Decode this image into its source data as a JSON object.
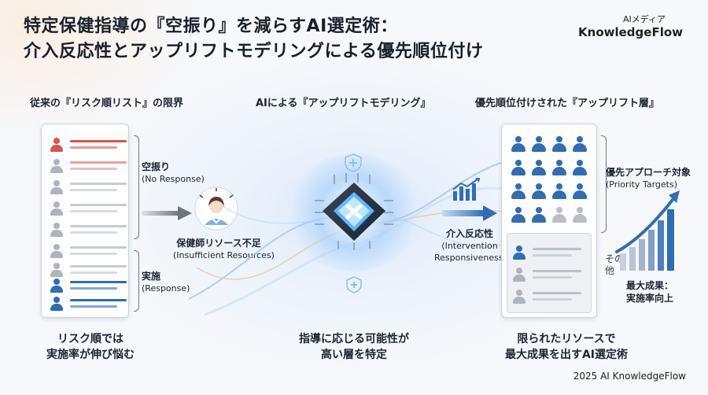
{
  "title": {
    "line1": "特定保健指導の『空振り』を減らすAI選定術：",
    "line2": "介入反応性とアップリフトモデリングによる優先順位付け"
  },
  "brand": {
    "small": "AIメディア",
    "large": "KnowledgeFlow"
  },
  "left": {
    "heading": "従来の『リスク順リスト』の限界",
    "no_response": {
      "jp": "空振り",
      "en": "(No Response)"
    },
    "nurse": {
      "jp": "保健師リソース不足",
      "en": "(Insufficient Resources)"
    },
    "response": {
      "jp": "実施",
      "en": "(Response)"
    },
    "caption1": "リスク順では",
    "caption2": "実施率が伸び悩む"
  },
  "center": {
    "heading": "AIによる『アップリフトモデリング』",
    "caption1": "指導に応じる可能性が",
    "caption2": "高い層を特定",
    "intervention": {
      "jp": "介入反応性",
      "en1": "(Intervention",
      "en2": "Responsiveness)"
    }
  },
  "right": {
    "heading": "優先順位付けされた『アップリフト層』",
    "priority": {
      "jp": "優先アプローチ対象",
      "en": "(Priority Targets)"
    },
    "other1": "その",
    "other2": "他",
    "result1": "最大成果：",
    "result2": "実施率向上",
    "caption1": "限られたリソースで",
    "caption2": "最大成果を出すAI選定術"
  },
  "footer": "2025 AI KnowledgeFlow",
  "colors": {
    "red": "#d9534f",
    "blue": "#2f6db5",
    "gray": "#b9bec6",
    "dark": "#1d2533"
  }
}
